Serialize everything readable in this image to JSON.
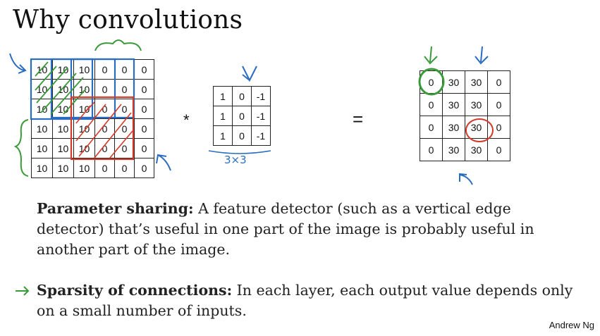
{
  "title": "Why convolutions",
  "input_matrix": [
    [
      "10",
      "10",
      "10",
      "0",
      "0",
      "0"
    ],
    [
      "10",
      "10",
      "10",
      "0",
      "0",
      "0"
    ],
    [
      "10",
      "10",
      "10",
      "0",
      "0",
      "0"
    ],
    [
      "10",
      "10",
      "10",
      "0",
      "0",
      "0"
    ],
    [
      "10",
      "10",
      "10",
      "0",
      "0",
      "0"
    ],
    [
      "10",
      "10",
      "10",
      "0",
      "0",
      "0"
    ]
  ],
  "filter_matrix": [
    [
      "1",
      "0",
      "-1"
    ],
    [
      "1",
      "0",
      "-1"
    ],
    [
      "1",
      "0",
      "-1"
    ]
  ],
  "filter_caption": "3×3",
  "operator_convolve": "*",
  "operator_equals": "=",
  "output_matrix": [
    [
      "0",
      "30",
      "30",
      "0"
    ],
    [
      "0",
      "30",
      "30",
      "0"
    ],
    [
      "0",
      "30",
      "30",
      "0"
    ],
    [
      "0",
      "30",
      "30",
      "0"
    ]
  ],
  "parameter_sharing": {
    "heading": "Parameter sharing:",
    "body": " A feature detector (such as a vertical edge detector) that’s useful in one part of the image is probably useful in another part of the image."
  },
  "sparsity": {
    "heading": "Sparsity of connections:",
    "body": " In each layer, each output value depends only on a small number of inputs."
  },
  "author": "Andrew Ng",
  "colors": {
    "blue_annotation": "#2a6cc0",
    "green_annotation": "#3a9a3a",
    "red_annotation": "#d43a2a"
  }
}
